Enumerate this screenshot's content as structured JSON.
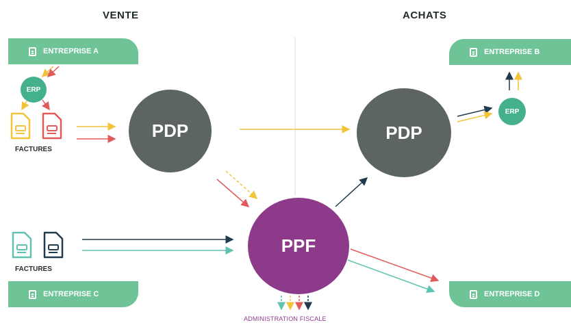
{
  "headings": {
    "vente": "VENTE",
    "achats": "ACHATS"
  },
  "entreprises": {
    "a": "ENTREPRISE A",
    "b": "ENTREPRISE B",
    "c": "ENTREPRISE C",
    "d": "ENTREPRISE D"
  },
  "nodes": {
    "erp_left": "ERP",
    "erp_right": "ERP",
    "pdp_left": "PDP",
    "pdp_right": "PDP",
    "ppf": "PPF"
  },
  "labels": {
    "factures_top": "FACTURES",
    "factures_bottom": "FACTURES",
    "admin": "ADMINISTRATION FISCALE"
  },
  "colors": {
    "green": "#6ec397",
    "erp": "#45b08c",
    "pdp": "#5c6563",
    "ppf": "#8e3a8a",
    "yellow": "#f2c43c",
    "red": "#e15a5a",
    "navy": "#1f3b4d",
    "teal": "#5ec2b0",
    "purple_text": "#8e3a8a"
  }
}
